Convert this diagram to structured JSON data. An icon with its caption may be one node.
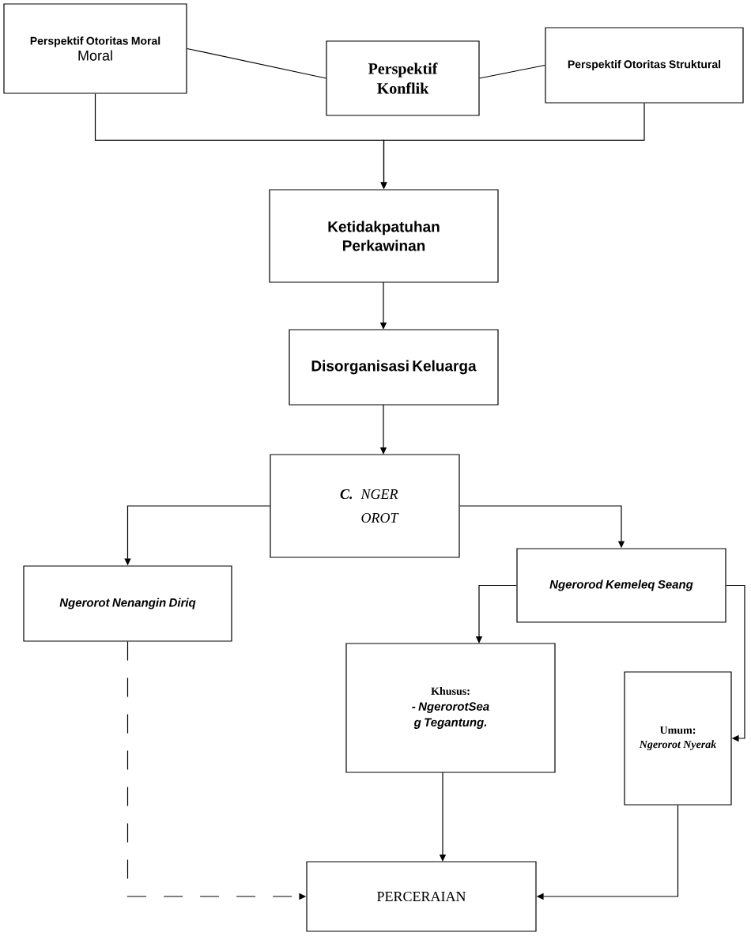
{
  "diagram": {
    "nodes": [
      {
        "text": [
          "Perspektif Otoritas Moral",
          "Moral"
        ]
      },
      {
        "text": [
          "Perspektif Konflik"
        ]
      },
      {
        "text": [
          "Perspektif Otoritas Struktural"
        ]
      },
      {
        "text": [
          "Ketidakpatuhan Perkawinan"
        ]
      },
      {
        "text": [
          "Disorganisasi Keluarga"
        ]
      },
      {
        "text": [
          "C.",
          "NGER OROT"
        ]
      },
      {
        "text": [
          "Ngerorot Nenangin Diriq"
        ]
      },
      {
        "text": [
          "Ngerorod Kemeleq Seang"
        ]
      },
      {
        "text": [
          "Khusus:",
          "- NgerorotSea g Tegantung."
        ]
      },
      {
        "text": [
          "Umum:",
          "Ngerorot Nyerak"
        ]
      },
      {
        "text": [
          "PERCERAIAN"
        ]
      }
    ],
    "edges": [
      {
        "from": 0,
        "to": 1,
        "arrow": "none"
      },
      {
        "from": 1,
        "to": 2,
        "arrow": "none"
      },
      {
        "from": 0,
        "to": 3,
        "arrow": "to"
      },
      {
        "from": 2,
        "to": 3,
        "arrow": "to"
      },
      {
        "from": 3,
        "to": 4,
        "arrow": "to"
      },
      {
        "from": 4,
        "to": 5,
        "arrow": "to"
      },
      {
        "from": 5,
        "to": 6,
        "arrow": "to"
      },
      {
        "from": 5,
        "to": 7,
        "arrow": "to"
      },
      {
        "from": 7,
        "to": 8,
        "arrow": "to"
      },
      {
        "from": 7,
        "to": 9,
        "arrow": "to"
      },
      {
        "from": 8,
        "to": 10,
        "arrow": "to"
      },
      {
        "from": 6,
        "to": 10,
        "arrow": "to",
        "style": "dashed"
      },
      {
        "from": 9,
        "to": 10,
        "arrow": "to"
      }
    ]
  }
}
